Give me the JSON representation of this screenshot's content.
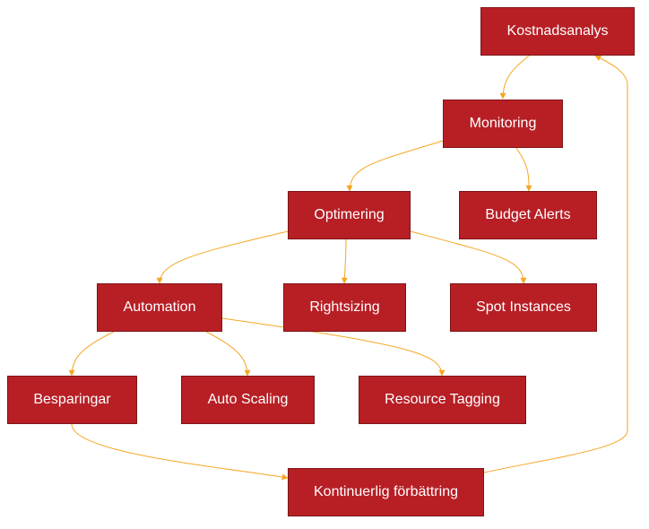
{
  "diagram": {
    "colors": {
      "node_fill": "#b71f25",
      "node_border": "#7e1519",
      "node_text": "#ffffff",
      "edge": "#f5a623"
    },
    "nodes": {
      "kostnadsanalys": "Kostnadsanalys",
      "monitoring": "Monitoring",
      "optimering": "Optimering",
      "budget_alerts": "Budget Alerts",
      "automation": "Automation",
      "rightsizing": "Rightsizing",
      "spot_instances": "Spot Instances",
      "besparingar": "Besparingar",
      "auto_scaling": "Auto Scaling",
      "resource_tagging": "Resource Tagging",
      "kontinuerlig_forbattring": "Kontinuerlig förbättring"
    },
    "edges": [
      {
        "from": "kostnadsanalys",
        "to": "monitoring"
      },
      {
        "from": "monitoring",
        "to": "optimering"
      },
      {
        "from": "monitoring",
        "to": "budget_alerts"
      },
      {
        "from": "optimering",
        "to": "automation"
      },
      {
        "from": "optimering",
        "to": "rightsizing"
      },
      {
        "from": "optimering",
        "to": "spot_instances"
      },
      {
        "from": "automation",
        "to": "besparingar"
      },
      {
        "from": "automation",
        "to": "auto_scaling"
      },
      {
        "from": "automation",
        "to": "resource_tagging"
      },
      {
        "from": "besparingar",
        "to": "kontinuerlig_forbattring"
      },
      {
        "from": "kontinuerlig_forbattring",
        "to": "kostnadsanalys"
      }
    ]
  }
}
